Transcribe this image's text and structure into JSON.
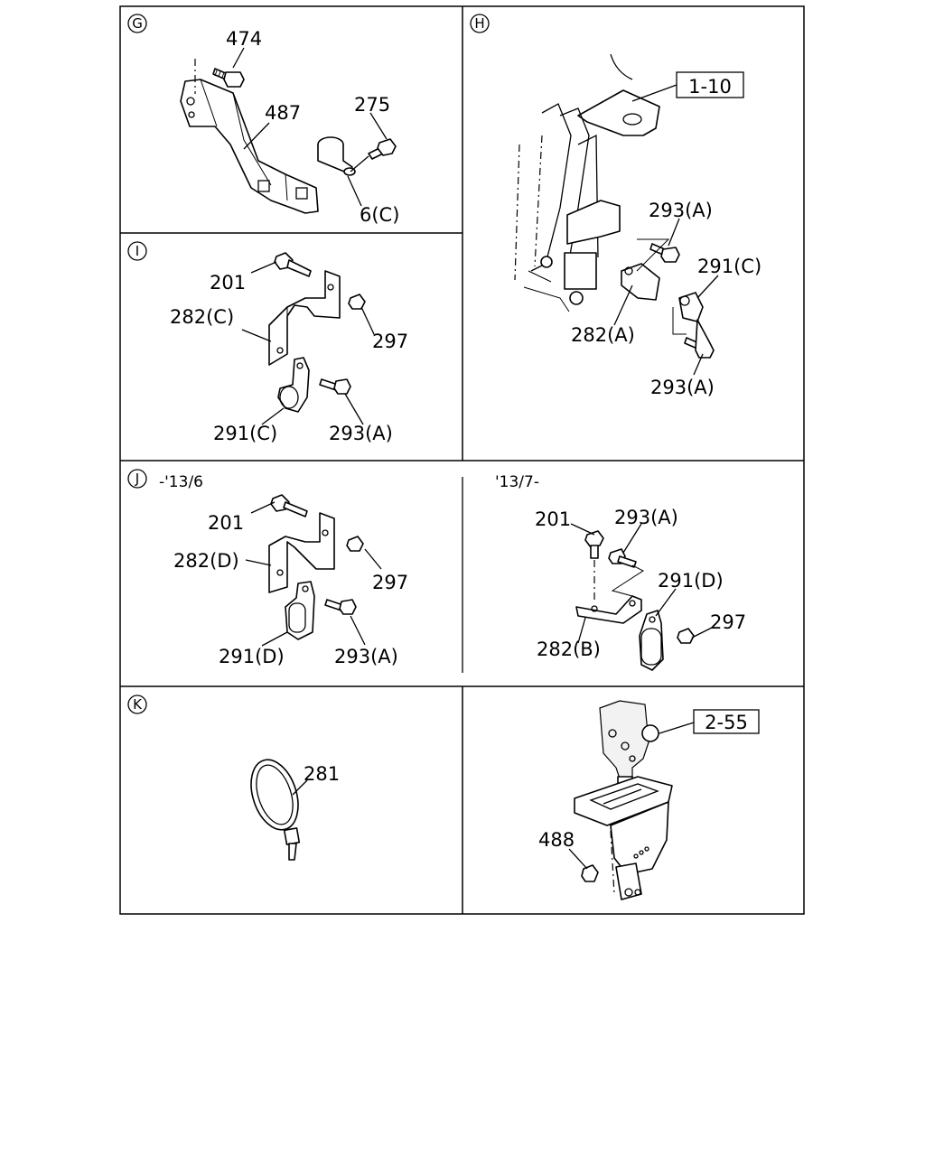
{
  "panels": {
    "g": {
      "letter": "G",
      "labels": {
        "p474": "474",
        "p487": "487",
        "p275": "275",
        "p6c": "6(C)"
      }
    },
    "h": {
      "letter": "H",
      "ref_box": "1-10",
      "labels": {
        "p293a_top": "293(A)",
        "p291c": "291(C)",
        "p282a": "282(A)",
        "p293a_bot": "293(A)"
      }
    },
    "i": {
      "letter": "I",
      "labels": {
        "p201": "201",
        "p282c": "282(C)",
        "p297": "297",
        "p291c": "291(C)",
        "p293a": "293(A)"
      }
    },
    "j": {
      "letter": "J",
      "range_left": "-'13/6",
      "range_right": "'13/7-",
      "left_labels": {
        "p201": "201",
        "p282d": "282(D)",
        "p297": "297",
        "p291d": "291(D)",
        "p293a": "293(A)"
      },
      "right_labels": {
        "p201": "201",
        "p293a": "293(A)",
        "p291d": "291(D)",
        "p297": "297",
        "p282b": "282(B)"
      }
    },
    "k": {
      "letter": "K",
      "labels": {
        "p281": "281"
      }
    },
    "shift": {
      "ref_box": "2-55",
      "labels": {
        "p488": "488"
      }
    }
  }
}
